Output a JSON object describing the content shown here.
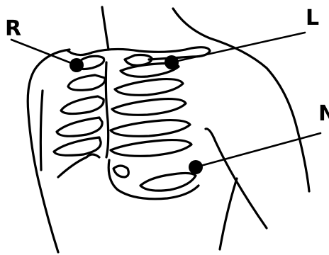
{
  "labels": {
    "right_arm": "R",
    "left_arm": "L",
    "neutral": "N"
  },
  "colors": {
    "stroke": "#000000",
    "background": "#ffffff",
    "electrode": "#000000"
  }
}
